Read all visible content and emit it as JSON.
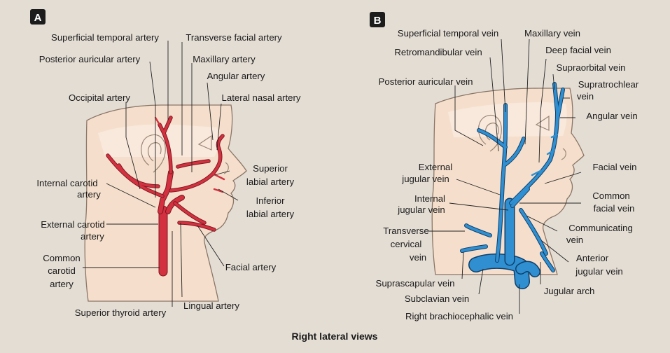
{
  "panel_a": {
    "badge": "A",
    "labels": {
      "superficial_temporal_artery": "Superficial temporal artery",
      "transverse_facial_artery": "Transverse facial artery",
      "posterior_auricular_artery": "Posterior auricular artery",
      "maxillary_artery": "Maxillary artery",
      "angular_artery": "Angular artery",
      "occipital_artery": "Occipital artery",
      "lateral_nasal_artery": "Lateral nasal artery",
      "internal_carotid_artery_1": "Internal carotid",
      "internal_carotid_artery_2": "artery",
      "superior_labial_artery_1": "Superior",
      "superior_labial_artery_2": "labial artery",
      "inferior_labial_artery_1": "Inferior",
      "inferior_labial_artery_2": "labial artery",
      "external_carotid_artery_1": "External carotid",
      "external_carotid_artery_2": "artery",
      "common_carotid_artery_1": "Common",
      "common_carotid_artery_2": "carotid",
      "common_carotid_artery_3": "artery",
      "facial_artery": "Facial artery",
      "lingual_artery": "Lingual artery",
      "superior_thyroid_artery": "Superior thyroid artery"
    }
  },
  "panel_b": {
    "badge": "B",
    "labels": {
      "superficial_temporal_vein": "Superficial temporal vein",
      "maxillary_vein": "Maxillary vein",
      "retromandibular_vein": "Retromandibular vein",
      "deep_facial_vein": "Deep facial vein",
      "supraorbital_vein": "Supraorbital vein",
      "posterior_auricular_vein": "Posterior auricular vein",
      "supratrochlear_vein_1": "Supratrochlear",
      "supratrochlear_vein_2": "vein",
      "angular_vein": "Angular vein",
      "external_jugular_vein_1": "External",
      "external_jugular_vein_2": "jugular vein",
      "facial_vein": "Facial vein",
      "internal_jugular_vein_1": "Internal",
      "internal_jugular_vein_2": "jugular vein",
      "common_facial_vein_1": "Common",
      "common_facial_vein_2": "facial vein",
      "communicating_vein_1": "Communicating",
      "communicating_vein_2": "vein",
      "transverse_cervical_vein_1": "Transverse",
      "transverse_cervical_vein_2": "cervical",
      "transverse_cervical_vein_3": "vein",
      "anterior_jugular_vein_1": "Anterior",
      "anterior_jugular_vein_2": "jugular vein",
      "suprascapular_vein": "Suprascapular vein",
      "jugular_arch": "Jugular arch",
      "subclavian_vein": "Subclavian vein",
      "right_brachiocephalic_vein": "Right brachiocephalic vein"
    }
  },
  "caption": "Right lateral views",
  "colors": {
    "artery": "#d3313f",
    "vein": "#2f8fd1",
    "skin": "#f5dfcc",
    "background": "#e4ddd4"
  }
}
